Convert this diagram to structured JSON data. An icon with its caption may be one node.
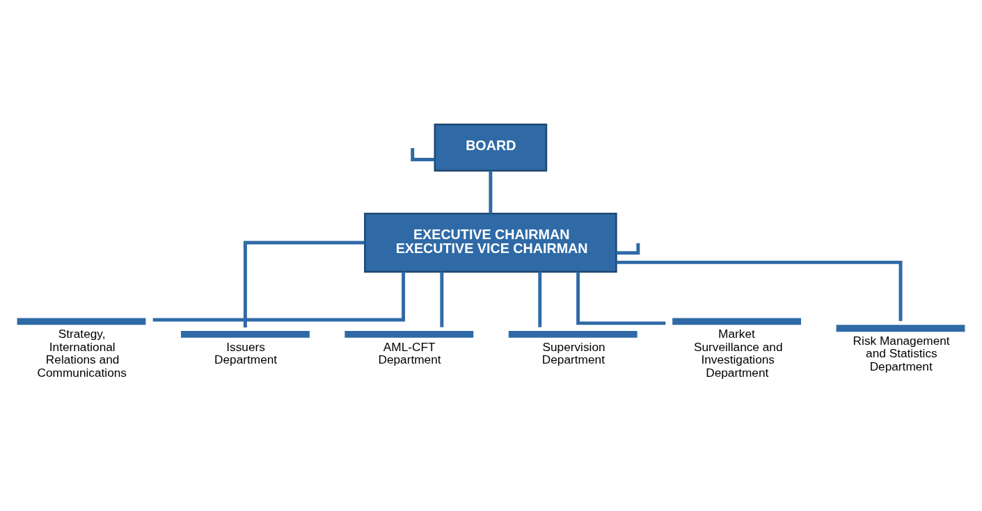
{
  "diagram": {
    "nodes": [
      {
        "text": [
          "BOARD"
        ]
      },
      {
        "text": [
          "EXECUTIVE CHAIRMAN EXECUTIVE VICE CHAIRMAN"
        ]
      },
      {
        "text": [
          "Strategy, International Relations and Communications"
        ]
      },
      {
        "text": [
          "Issuers Department"
        ]
      },
      {
        "text": [
          "AML-CFT Department"
        ]
      },
      {
        "text": [
          "Supervision Department"
        ]
      },
      {
        "text": [
          "Market Surveillance and Investigations Department"
        ]
      },
      {
        "text": [
          "Risk Management and Statistics Department"
        ]
      }
    ],
    "edges": [
      {
        "from": 0,
        "to": null,
        "arrow": "none"
      },
      {
        "from": 0,
        "to": 1,
        "arrow": "none"
      },
      {
        "from": 1,
        "to": null,
        "arrow": "none"
      },
      {
        "from": 1,
        "to": 2,
        "arrow": "none"
      },
      {
        "from": 1,
        "to": 3,
        "arrow": "none"
      },
      {
        "from": 1,
        "to": 4,
        "arrow": "none"
      },
      {
        "from": 1,
        "to": 5,
        "arrow": "none"
      },
      {
        "from": 1,
        "to": 6,
        "arrow": "none"
      },
      {
        "from": 1,
        "to": 7,
        "arrow": "none"
      }
    ]
  }
}
